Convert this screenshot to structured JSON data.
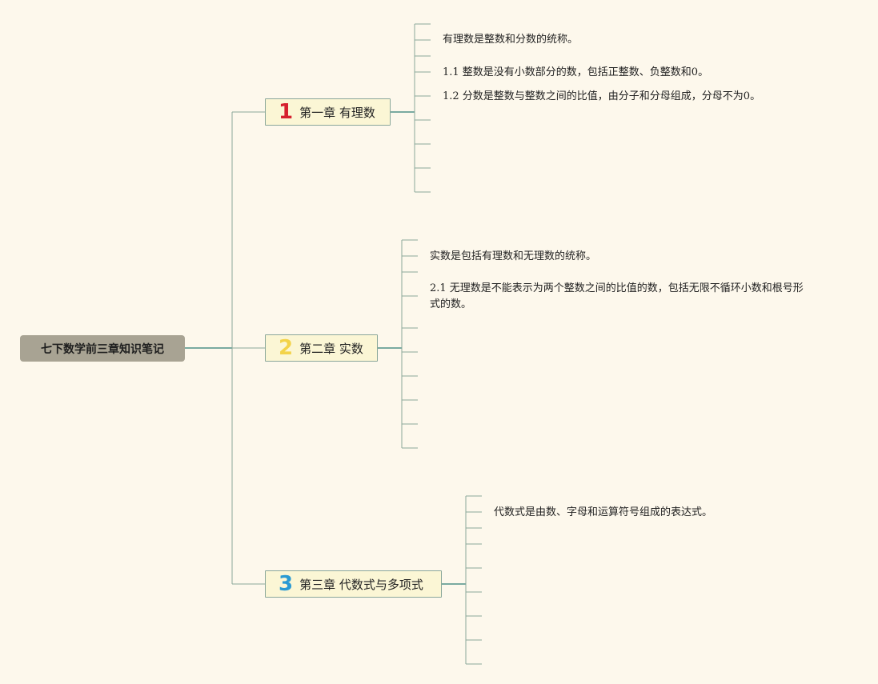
{
  "root": {
    "title": "七下数学前三章知识笔记"
  },
  "chapters": [
    {
      "number": "1",
      "number_color": "#d6212f",
      "title": "第一章 有理数",
      "notes": [
        "有理数是整数和分数的统称。",
        "1.1 整数是没有小数部分的数，包括正整数、负整数和0。",
        "1.2 分数是整数与整数之间的比值，由分子和分母组成，分母不为0。"
      ]
    },
    {
      "number": "2",
      "number_color": "#f3d34a",
      "title": "第二章 实数",
      "notes": [
        "实数是包括有理数和无理数的统称。",
        "2.1 无理数是不能表示为两个整数之间的比值的数，包括无限不循环小数和根号形",
        "式的数。"
      ]
    },
    {
      "number": "3",
      "number_color": "#2a9ad3",
      "title": "第三章 代数式与多项式",
      "notes": [
        "代数式是由数、字母和运算符号组成的表达式。"
      ]
    }
  ],
  "colors": {
    "background": "#fdf8ec",
    "line": "#8aa79a",
    "connector": "#4f8f86",
    "root_fill": "#a8a393",
    "chapter_fill": "#fbf6d5"
  }
}
